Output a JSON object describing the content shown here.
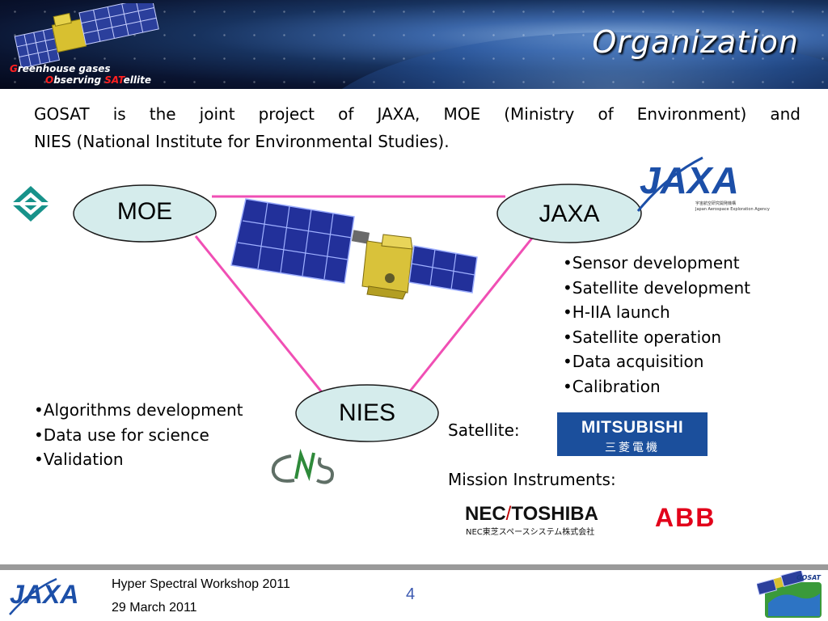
{
  "header": {
    "title": "Organization",
    "logo_name": {
      "line1_initial": "G",
      "line1_rest": "reenhouse gases",
      "line2_initial": "O",
      "line2_mid": "bserving ",
      "line2_sat": "SAT",
      "line2_rest": "ellite"
    }
  },
  "intro": {
    "line1": "GOSAT is the joint project of JAXA, MOE  (Ministry of Environment) and",
    "line2": "NIES (National Institute for Environmental Studies)."
  },
  "diagram": {
    "nodes": {
      "moe": "MOE",
      "jaxa": "JAXA",
      "nies": "NIES"
    },
    "colors": {
      "link": "#f04fb4",
      "oval_fill": "#d5ecec",
      "oval_stroke": "#1a1a1a"
    }
  },
  "jaxa_roles": [
    "•Sensor development",
    "•Satellite development",
    "•H-IIA launch",
    "•Satellite operation",
    "•Data acquisition",
    "•Calibration"
  ],
  "nies_roles": [
    "•Algorithms development",
    "•Data use for science",
    "•Validation"
  ],
  "partners": {
    "satellite_label": "Satellite:",
    "mitsubishi_en": "MITSUBISHI",
    "mitsubishi_jp": "三菱電機",
    "instruments_label": "Mission Instruments:",
    "nec": "NEC",
    "slash": "/",
    "toshiba": "TOSHIBA",
    "nec_sub": "NEC東芝スペースシステム株式会社",
    "abb": "ABB"
  },
  "logos": {
    "jaxa": "JAXA",
    "jaxa_caption_jp": "宇宙航空研究開発機構",
    "jaxa_caption_en": "Japan Aerospace Exploration Agency",
    "gosat_small": "GOSAT"
  },
  "footer": {
    "event": "Hyper Spectral Workshop 2011",
    "date": "29 March 2011",
    "page": "4"
  }
}
